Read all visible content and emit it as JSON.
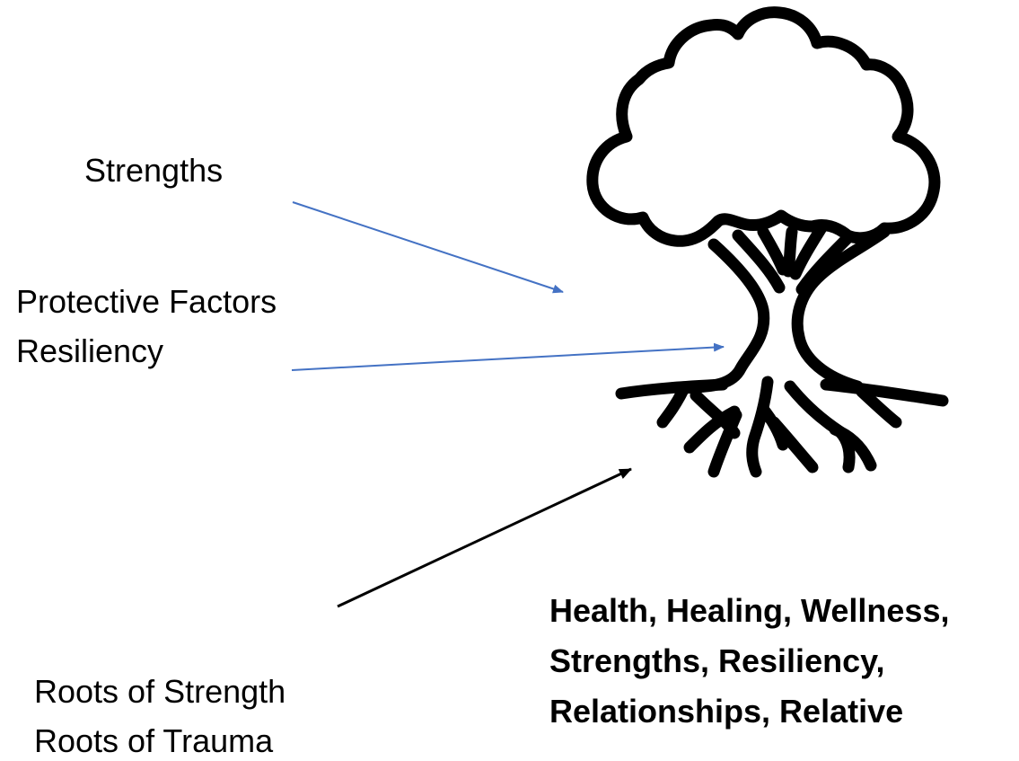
{
  "labels": {
    "strengths": "Strengths",
    "protective_factors": "Protective Factors",
    "resiliency": "Resiliency",
    "roots_of_strength": "Roots of Strength",
    "roots_of_trauma": "Roots of Trauma"
  },
  "summary": {
    "lines": [
      "Health, Healing, Wellness,",
      "Strengths, Resiliency,",
      "Relationships, Relative"
    ]
  },
  "colors": {
    "arrow_blue": "#4472c4",
    "arrow_black": "#000000",
    "tree_stroke": "#000000"
  },
  "icons": {
    "tree": "tree-icon"
  }
}
